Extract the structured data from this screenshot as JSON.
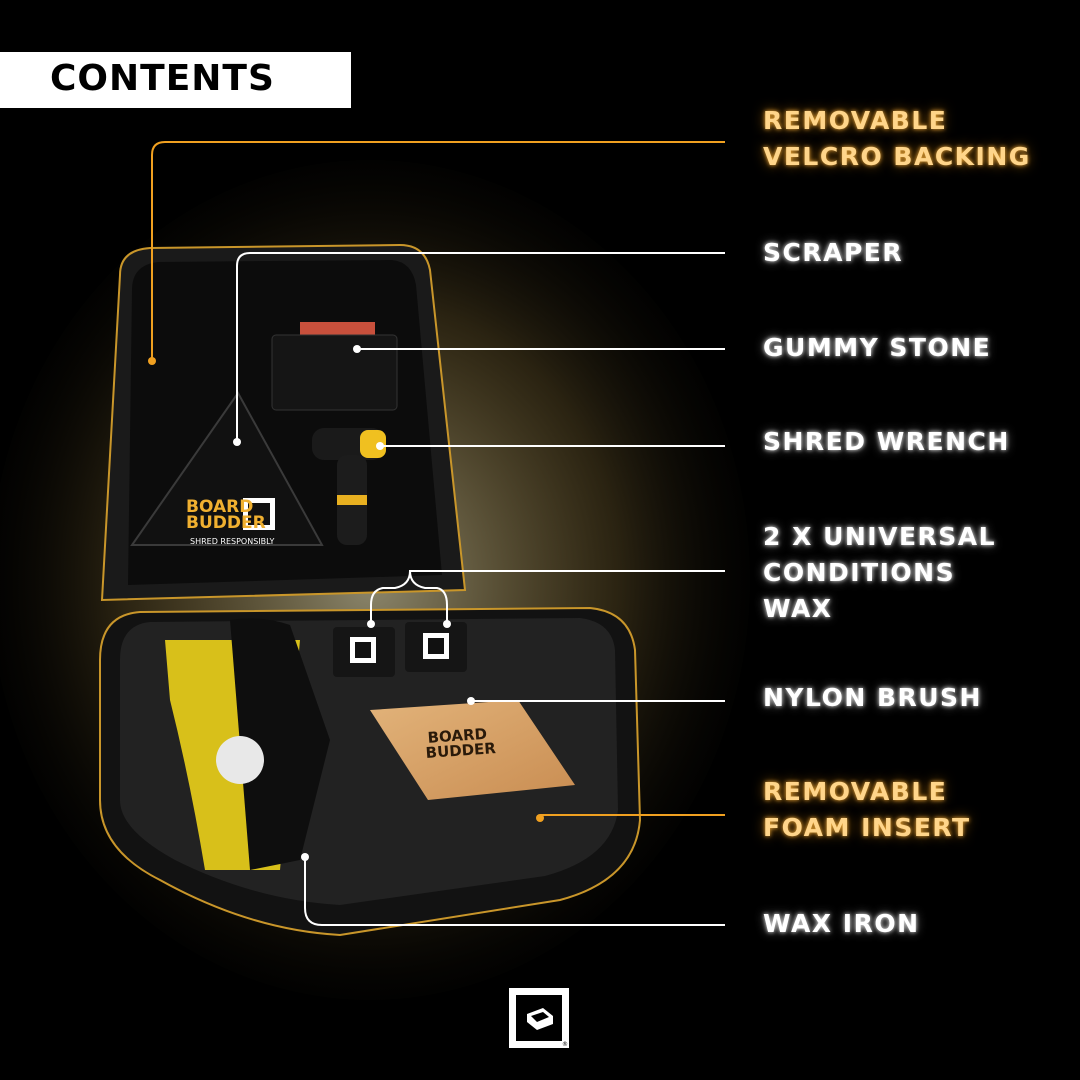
{
  "header": {
    "title": "CONTENTS"
  },
  "labels": [
    {
      "id": "velcro",
      "text": "REMOVABLE\nVELCRO BACKING",
      "highlight": true
    },
    {
      "id": "scraper",
      "text": "SCRAPER",
      "highlight": false
    },
    {
      "id": "gummy",
      "text": "GUMMY STONE",
      "highlight": false
    },
    {
      "id": "wrench",
      "text": "SHRED WRENCH",
      "highlight": false
    },
    {
      "id": "wax",
      "text": "2 X UNIVERSAL\nCONDITIONS\nWAX",
      "highlight": false
    },
    {
      "id": "brush",
      "text": "NYLON BRUSH",
      "highlight": false
    },
    {
      "id": "foam",
      "text": "REMOVABLE\nFOAM INSERT",
      "highlight": true
    },
    {
      "id": "iron",
      "text": "WAX IRON",
      "highlight": false
    }
  ],
  "product": {
    "brand_line1": "BOARD",
    "brand_line2": "BUDDER",
    "tagline": "SHRED RESPONSIBLY"
  },
  "colors": {
    "background": "#000000",
    "highlight": "#f0a020",
    "line_white": "#ffffff",
    "case_zip": "#c9962a"
  },
  "icons": {
    "footer_logo": "board-budder-logo-icon"
  }
}
